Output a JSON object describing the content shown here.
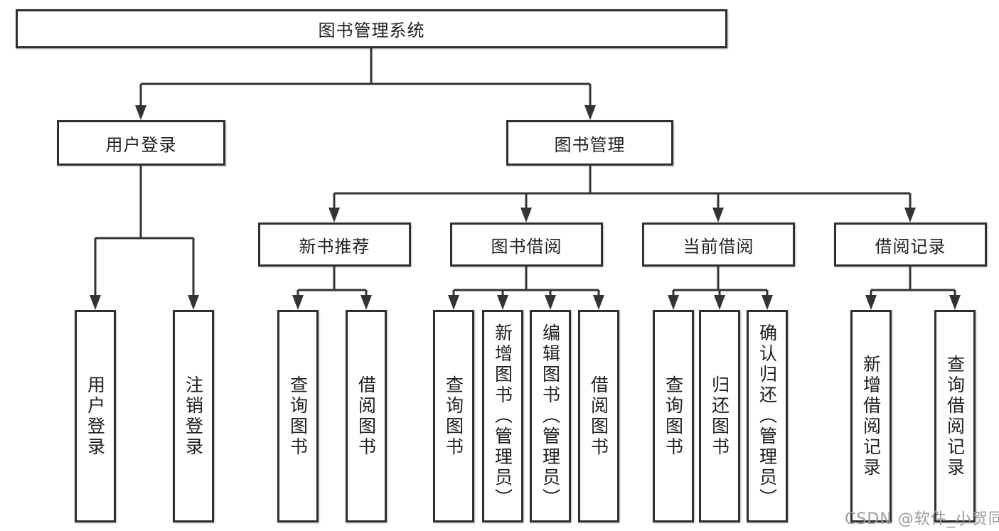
{
  "colors": {
    "line": "#333333",
    "border": "#2f2f2f",
    "text": "#1f1f1f",
    "watermark": "#9b9b9b",
    "background": "#ffffff"
  },
  "watermark": "CSDN @软件_小贺同学",
  "nodes": {
    "root": {
      "label": "图书管理系统"
    },
    "user_login": {
      "label": "用户登录"
    },
    "book_mgmt": {
      "label": "图书管理"
    },
    "new_books": {
      "label": "新书推荐"
    },
    "book_borrow": {
      "label": "图书借阅"
    },
    "current_borrow": {
      "label": "当前借阅"
    },
    "borrow_records": {
      "label": "借阅记录"
    },
    "leaf_user_login": {
      "label": "用户登录"
    },
    "leaf_logout": {
      "label": "注销登录"
    },
    "leaf_query_books_1": {
      "label": "查询图书"
    },
    "leaf_borrow_books_1": {
      "label": "借阅图书"
    },
    "leaf_query_books_2": {
      "label": "查询图书"
    },
    "leaf_add_books": {
      "label": "新增图书（管理员）"
    },
    "leaf_edit_books": {
      "label": "编辑图书（管理员）"
    },
    "leaf_borrow_books_2": {
      "label": "借阅图书"
    },
    "leaf_query_books_3": {
      "label": "查询图书"
    },
    "leaf_return_books": {
      "label": "归还图书"
    },
    "leaf_confirm_return": {
      "label": "确认归还（管理员）"
    },
    "leaf_add_record": {
      "label": "新增借阅记录"
    },
    "leaf_query_record": {
      "label": "查询借阅记录"
    }
  }
}
